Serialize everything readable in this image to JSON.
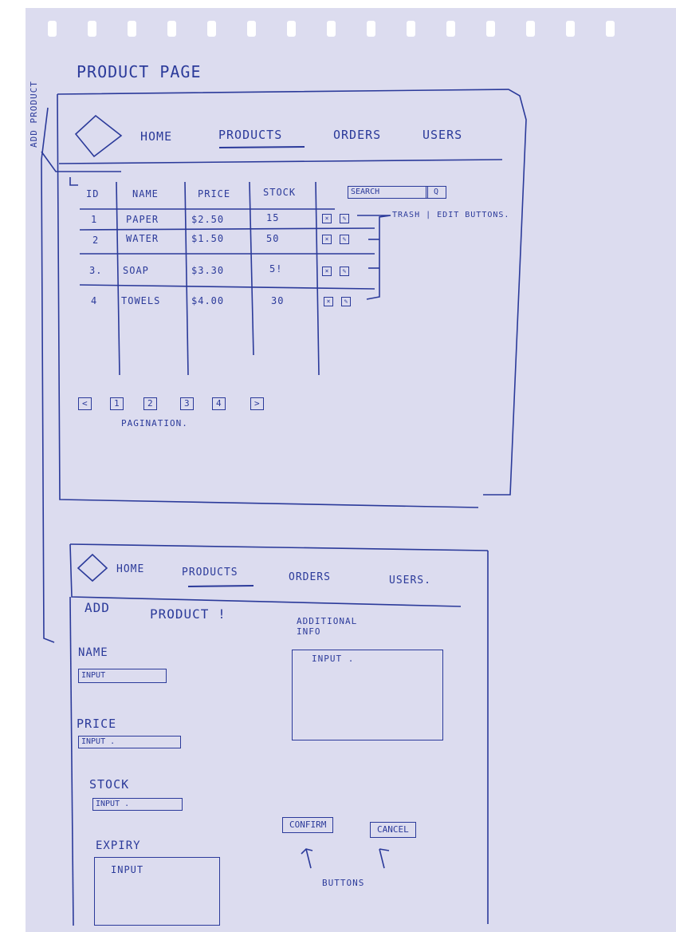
{
  "sketch_title": "PRODUCT PAGE",
  "side_note": "ADD PRODUCT",
  "list_screen": {
    "nav": {
      "home": "HOME",
      "products": "PRODUCTS",
      "orders": "ORDERS",
      "users": "USERS"
    },
    "table": {
      "headers": [
        "ID",
        "NAME",
        "PRICE",
        "STOCK"
      ],
      "rows": [
        {
          "id": "1",
          "name": "PAPER",
          "price": "$2.50",
          "stock": "15"
        },
        {
          "id": "2",
          "name": "WATER",
          "price": "$1.50",
          "stock": "50"
        },
        {
          "id": "3.",
          "name": "SOAP",
          "price": "$3.30",
          "stock": "5!"
        },
        {
          "id": "4",
          "name": "TOWELS",
          "price": "$4.00",
          "stock": "30"
        }
      ]
    },
    "search": {
      "label": "SEARCH",
      "icon": "search-icon"
    },
    "annotation_buttons": "TRASH | EDIT BUTTONS.",
    "pagination": {
      "prev": "<",
      "pages": [
        "1",
        "2",
        "3",
        "4"
      ],
      "next": ">",
      "label": "PAGINATION."
    }
  },
  "add_screen": {
    "nav": {
      "home": "HOME",
      "products": "PRODUCTS",
      "orders": "ORDERS",
      "users": "USERS."
    },
    "title_add": "ADD",
    "title_product": "PRODUCT !",
    "fields": {
      "name_label": "NAME",
      "name_input": "INPUT",
      "price_label": "PRICE",
      "price_input": "INPUT .",
      "stock_label": "STOCK",
      "stock_input": "INPUT .",
      "expiry_label": "EXPIRY",
      "expiry_input": "INPUT",
      "additional_label": "ADDITIONAL INFO",
      "additional_input": "INPUT ."
    },
    "confirm": "CONFIRM",
    "cancel": "CANCEL",
    "buttons_note": "BUTTONS"
  },
  "colors": {
    "ink": "#2b3a9a",
    "paper": "#dcdcef"
  }
}
